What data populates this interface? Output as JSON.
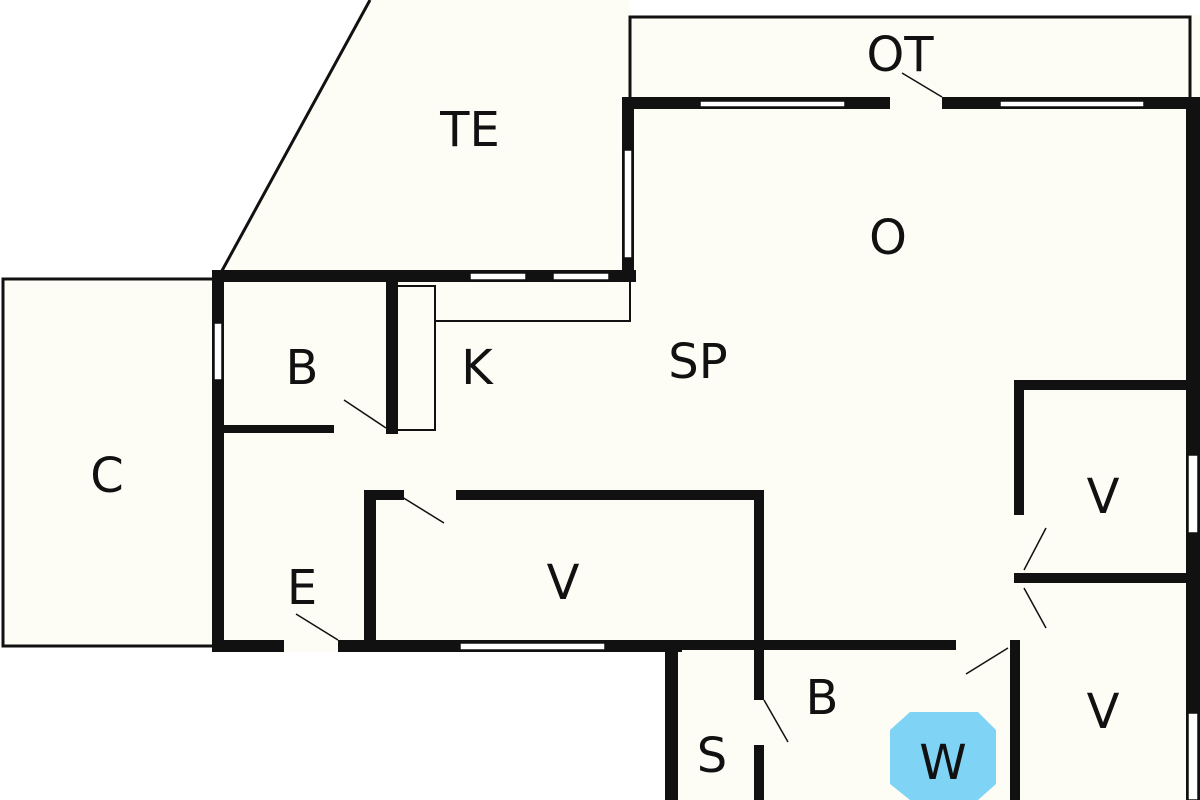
{
  "rooms": {
    "terrace": "TE",
    "outdoor_terrace": "OT",
    "living": "O",
    "dining": "SP",
    "kitchen": "K",
    "bath_top": "B",
    "carport": "C",
    "entrance": "E",
    "bedroom_center": "V",
    "bedroom_right_upper": "V",
    "bedroom_right_lower": "V",
    "bath_bottom": "B",
    "storage": "S",
    "washer": "W"
  },
  "colors": {
    "wall": "#111111",
    "floor": "#fdfdf6",
    "washer_fill": "#7fd4f5"
  }
}
